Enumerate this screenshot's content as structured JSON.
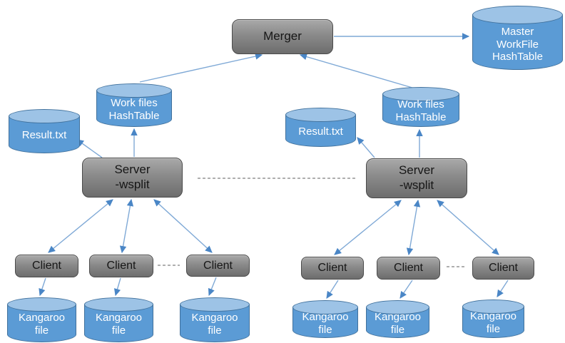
{
  "colors": {
    "background": "#ffffff",
    "cylinder_fill": "#5b9bd5",
    "cylinder_top_fill": "#9dc3e6",
    "cylinder_stroke": "#41719c",
    "cylinder_text": "#ffffff",
    "box_fill_top": "#a9a9a9",
    "box_fill_bottom": "#6d6d6d",
    "box_stroke": "#4a4a4a",
    "box_text": "#161616",
    "arrow_line": "#7fa9d6",
    "arrow_head": "#4a86c6",
    "dashed_line": "#7f7f7f"
  },
  "nodes": {
    "merger": {
      "label": "Merger"
    },
    "master_hashtable": {
      "label": "Master\nWorkFile\nHashTable"
    },
    "left_group": {
      "result_file": {
        "label": "Result.txt"
      },
      "workfiles_hashtable": {
        "label": "Work files\nHashTable"
      },
      "server": {
        "label": "Server\n-wsplit"
      },
      "clients": [
        {
          "label": "Client"
        },
        {
          "label": "Client"
        },
        {
          "label": "Client"
        }
      ],
      "kangaroo_files": [
        {
          "label": "Kangaroo\nfile"
        },
        {
          "label": "Kangaroo\nfile"
        },
        {
          "label": "Kangaroo\nfile"
        }
      ]
    },
    "right_group": {
      "result_file": {
        "label": "Result.txt"
      },
      "workfiles_hashtable": {
        "label": "Work files\nHashTable"
      },
      "server": {
        "label": "Server\n-wsplit"
      },
      "clients": [
        {
          "label": "Client"
        },
        {
          "label": "Client"
        },
        {
          "label": "Client"
        }
      ],
      "kangaroo_files": [
        {
          "label": "Kangaroo\nfile"
        },
        {
          "label": "Kangaroo\nfile"
        },
        {
          "label": "Kangaroo\nfile"
        }
      ]
    }
  },
  "edges": [
    {
      "from": "left-workfiles-hashtable",
      "to": "merger",
      "style": "arrow"
    },
    {
      "from": "right-workfiles-hashtable",
      "to": "merger",
      "style": "arrow"
    },
    {
      "from": "merger",
      "to": "master-workfile-hashtable",
      "style": "arrow"
    },
    {
      "from": "left-server",
      "to": "left-workfiles-hashtable",
      "style": "arrow"
    },
    {
      "from": "left-server",
      "to": "left-result-file",
      "style": "arrow"
    },
    {
      "from": "left-server",
      "to": "left-client-1",
      "style": "double-arrow"
    },
    {
      "from": "left-server",
      "to": "left-client-2",
      "style": "double-arrow"
    },
    {
      "from": "left-server",
      "to": "left-client-3",
      "style": "double-arrow"
    },
    {
      "from": "left-client-1",
      "to": "left-kangaroo-file-1",
      "style": "arrow"
    },
    {
      "from": "left-client-2",
      "to": "left-kangaroo-file-2",
      "style": "arrow"
    },
    {
      "from": "left-client-3",
      "to": "left-kangaroo-file-3",
      "style": "arrow"
    },
    {
      "from": "right-server",
      "to": "right-workfiles-hashtable",
      "style": "arrow"
    },
    {
      "from": "right-server",
      "to": "right-result-file",
      "style": "arrow"
    },
    {
      "from": "right-server",
      "to": "right-client-1",
      "style": "double-arrow"
    },
    {
      "from": "right-server",
      "to": "right-client-2",
      "style": "double-arrow"
    },
    {
      "from": "right-server",
      "to": "right-client-3",
      "style": "double-arrow"
    },
    {
      "from": "right-client-1",
      "to": "right-kangaroo-file-1",
      "style": "arrow"
    },
    {
      "from": "right-client-2",
      "to": "right-kangaroo-file-2",
      "style": "arrow"
    },
    {
      "from": "right-client-3",
      "to": "right-kangaroo-file-3",
      "style": "arrow"
    },
    {
      "from": "left-server",
      "to": "right-server",
      "style": "dashed"
    },
    {
      "from": "left-client-2",
      "to": "left-client-3",
      "style": "dashed"
    },
    {
      "from": "right-client-2",
      "to": "right-client-3",
      "style": "dashed"
    }
  ]
}
